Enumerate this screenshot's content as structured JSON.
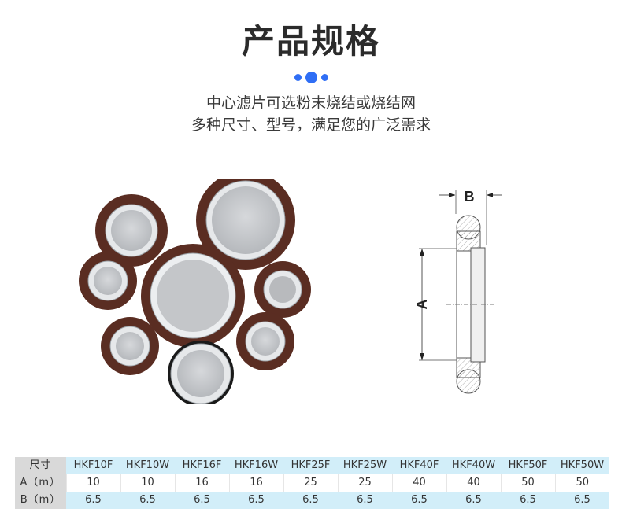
{
  "header": {
    "title": "产品规格",
    "subtitle_line1": "中心滤片可选粉末烧结或烧结网",
    "subtitle_line2": "多种尺寸、型号，满足您的广泛需求",
    "accent_color": "#2f6ef5"
  },
  "images": {
    "product_photo": "centering-ring-filters-photo",
    "cross_section": {
      "label_a": "A",
      "label_b": "B"
    }
  },
  "spec_table": {
    "header_label": "尺寸",
    "row_labels": [
      "A（m）",
      "B（m）"
    ],
    "models": [
      "HKF10F",
      "HKF10W",
      "HKF16F",
      "HKF16W",
      "HKF25F",
      "HKF25W",
      "HKF40F",
      "HKF40W",
      "HKF50F",
      "HKF50W"
    ],
    "a_values": [
      "10",
      "10",
      "16",
      "16",
      "25",
      "25",
      "40",
      "40",
      "50",
      "50"
    ],
    "b_values": [
      "6.5",
      "6.5",
      "6.5",
      "6.5",
      "6.5",
      "6.5",
      "6.5",
      "6.5",
      "6.5",
      "6.5"
    ]
  }
}
